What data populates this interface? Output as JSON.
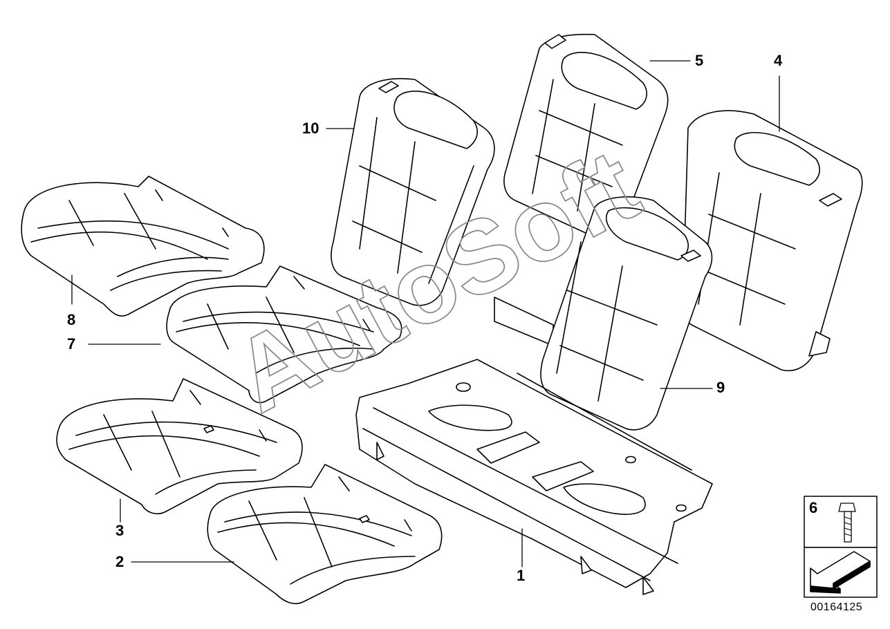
{
  "callouts": [
    {
      "id": "1",
      "label": "1"
    },
    {
      "id": "2",
      "label": "2"
    },
    {
      "id": "3",
      "label": "3"
    },
    {
      "id": "4",
      "label": "4"
    },
    {
      "id": "5",
      "label": "5"
    },
    {
      "id": "6",
      "label": "6"
    },
    {
      "id": "7",
      "label": "7"
    },
    {
      "id": "8",
      "label": "8"
    },
    {
      "id": "9",
      "label": "9"
    },
    {
      "id": "10",
      "label": "10"
    }
  ],
  "document_id": "00164125",
  "watermark": "AutoSoft",
  "colors": {
    "line": "#000000",
    "background": "#ffffff",
    "watermark_outline": "#8a8a8a"
  }
}
